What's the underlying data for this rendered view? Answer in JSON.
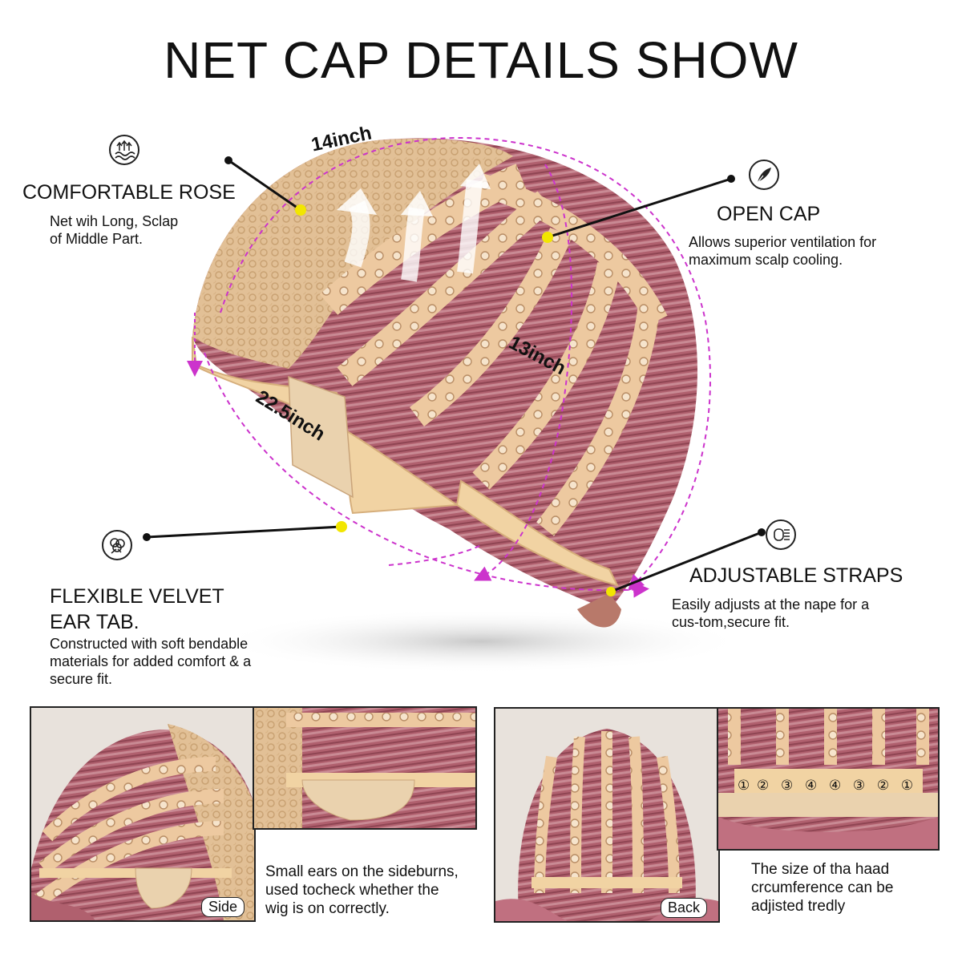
{
  "title": "NET CAP DETAILS SHOW",
  "dimensions": {
    "top": "14inch",
    "back": "13inch",
    "circumference": "22.5inch"
  },
  "features": {
    "comfortable": {
      "title": "COMFORTABLE ROSE",
      "desc_line1": "Net wih Long, Sclap",
      "desc_line2": "of Middle Part.",
      "icon": "ventilation-waves-icon"
    },
    "open_cap": {
      "title": "OPEN CAP",
      "desc_line1": "Allows superior ventilation for",
      "desc_line2": "maximum scalp cooling.",
      "icon": "feather-icon"
    },
    "ear_tab": {
      "title_line1": "FLEXIBLE VELVET",
      "title_line2": "EAR TAB.",
      "desc_line1": "Constructed with soft bendable",
      "desc_line2": "materials for added comfort & a",
      "desc_line3": "secure fit.",
      "icon": "cotton-icon"
    },
    "straps": {
      "title": "ADJUSTABLE STRAPS",
      "desc_line1": "Easily adjusts at the nape for a",
      "desc_line2": "cus-tom,secure fit.",
      "icon": "adjust-strap-icon"
    }
  },
  "panels": {
    "side_tag": "Side",
    "back_tag": "Back",
    "caption_ears": {
      "line1": "Small ears on the sideburns,",
      "line2": "used tocheck whether the",
      "line3": "wig is on correctly."
    },
    "caption_size": {
      "line1": "The size of tha haad",
      "line2": "crcumference can be",
      "line3": "adjisted tredly"
    },
    "strap_numbers": [
      "①",
      "②",
      "③",
      "④",
      "④",
      "③",
      "②",
      "①"
    ]
  },
  "colors": {
    "hair": "#b0606e",
    "lace": "#e6c39a",
    "band": "#f1d3a3",
    "measure": "#cc33cc",
    "dot": "#f2e600"
  }
}
